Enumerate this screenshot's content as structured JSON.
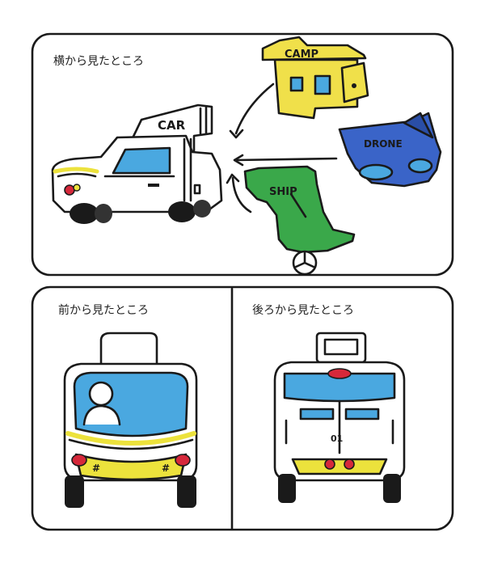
{
  "panels": {
    "side": {
      "title": "横から見たところ"
    },
    "front": {
      "title": "前から見たところ"
    },
    "back": {
      "title": "後ろから見たところ"
    }
  },
  "modules": {
    "car": "CAR",
    "camp": "CAMP",
    "drone": "DRONE",
    "ship": "SHIP"
  },
  "colors": {
    "camp": "#f0e04a",
    "drone": "#3a64c8",
    "ship": "#3aa84a",
    "glass": "#4aa8e0",
    "accent_yellow": "#ece23c",
    "light_red": "#d6283a",
    "ink": "#1a1a1a"
  },
  "front_plate_text": "#",
  "back_markings": "01"
}
